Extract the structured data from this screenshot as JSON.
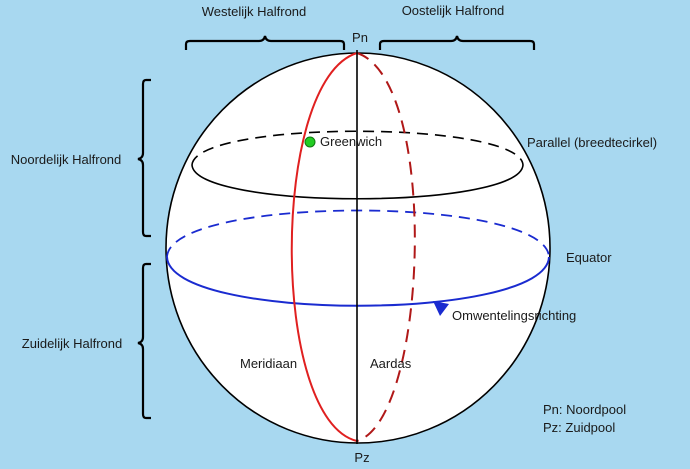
{
  "labels": {
    "western_hemisphere": "Westelijk Halfrond",
    "eastern_hemisphere": "Oostelijk Halfrond",
    "north_pole": "Pn",
    "south_pole": "Pz",
    "northern_hemisphere": "Noordelijk Halfrond",
    "southern_hemisphere": "Zuidelijk Halfrond",
    "greenwich": "Greenwich",
    "parallel": "Parallel (breedtecirkel)",
    "equator": "Equator",
    "rotation_direction": "Omwentelingsrichting",
    "meridian": "Meridiaan",
    "axis": "Aardas"
  },
  "legend": {
    "north_pole": "Pn: Noordpool",
    "south_pole": "Pz: Zuidpool"
  },
  "colors": {
    "background": "#a8d8f0",
    "globe_fill": "#ffffff",
    "outline": "#000000",
    "meridian": "#e02020",
    "meridian_back": "#b01818",
    "equator": "#1a2bd0",
    "greenwich_dot": "#22cc22"
  }
}
